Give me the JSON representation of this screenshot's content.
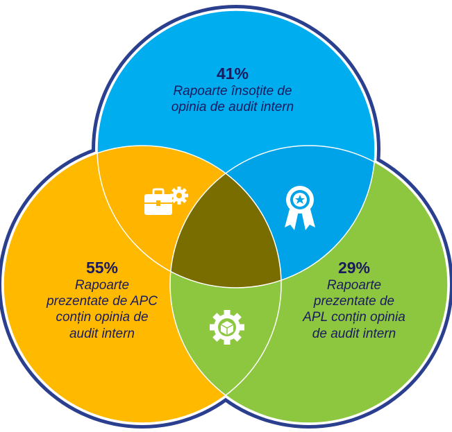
{
  "top": {
    "percent": "41%",
    "text_lines": [
      "Rapoarte însoțite de",
      "opinia de audit intern"
    ]
  },
  "left": {
    "percent": "55%",
    "text_lines": [
      "Rapoarte",
      "prezentate de APC",
      "conțin opinia de",
      "audit intern"
    ]
  },
  "right": {
    "percent": "29%",
    "text_lines": [
      "Rapoarte",
      "prezentate de",
      "APL conțin opinia",
      "de audit intern"
    ]
  },
  "colors": {
    "top": "#00aeef",
    "left": "#ffba00",
    "right": "#8dc63f",
    "center": "#7a6d00",
    "outline": "#2b3f8f",
    "text": "#1a1a5e"
  },
  "icons": {
    "top_left_intersection": "briefcase-gear-icon",
    "top_right_intersection": "award-ribbon-icon",
    "bottom_intersection": "package-gear-icon"
  }
}
